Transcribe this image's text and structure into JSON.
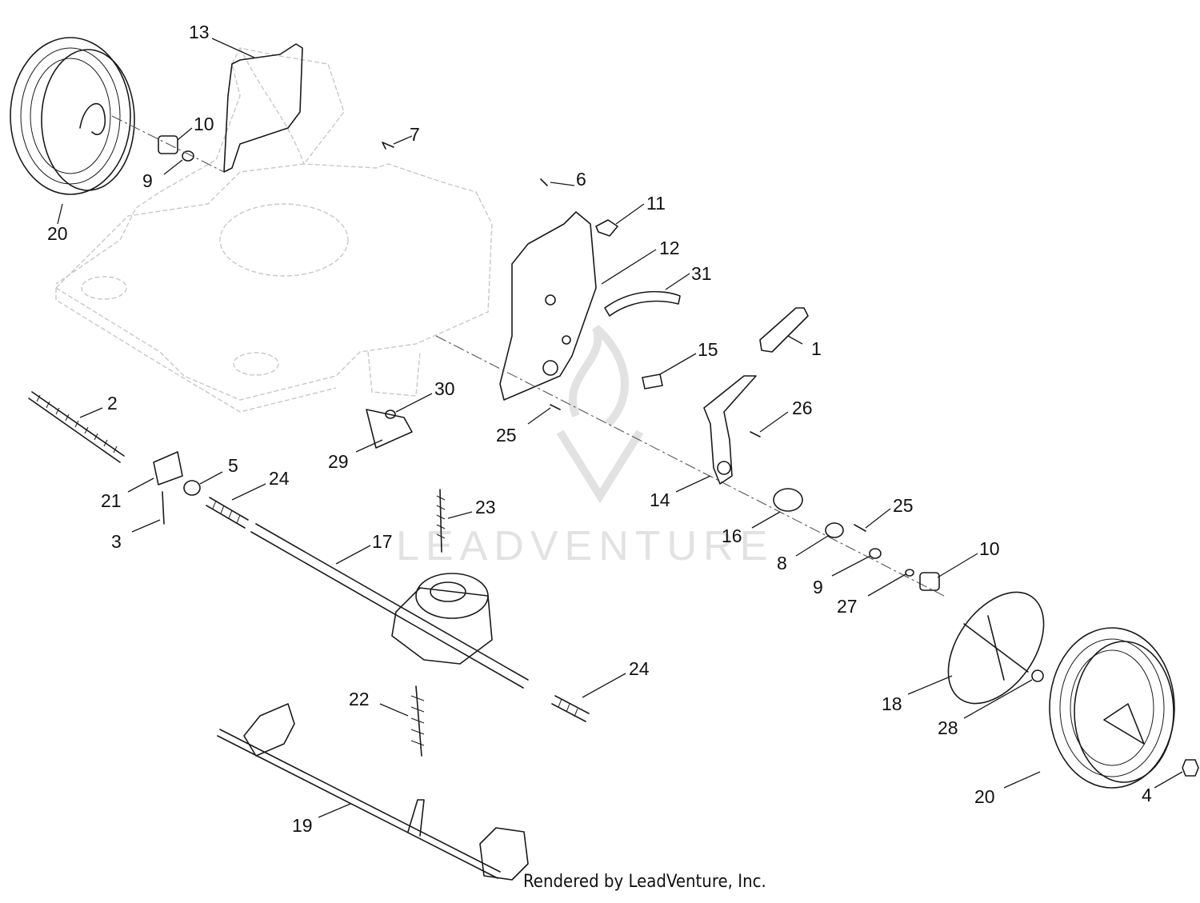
{
  "credit": "Rendered by LeadVenture, Inc.",
  "watermark": "LEADVENTURE",
  "callouts": {
    "c1": "1",
    "c2": "2",
    "c3": "3",
    "c4": "4",
    "c5": "5",
    "c6": "6",
    "c7": "7",
    "c8": "8",
    "c9a": "9",
    "c9b": "9",
    "c10a": "10",
    "c10b": "10",
    "c11": "11",
    "c12": "12",
    "c13": "13",
    "c14": "14",
    "c15": "15",
    "c16": "16",
    "c17": "17",
    "c18": "18",
    "c19": "19",
    "c20a": "20",
    "c20b": "20",
    "c21": "21",
    "c22": "22",
    "c23": "23",
    "c24a": "24",
    "c24b": "24",
    "c25a": "25",
    "c25b": "25",
    "c26": "26",
    "c27": "27",
    "c28": "28",
    "c29": "29",
    "c30": "30",
    "c31": "31"
  },
  "colors": {
    "line": "#1a1a1a",
    "frame": "#c8c8c8",
    "watermark": "#e2e2e2"
  }
}
